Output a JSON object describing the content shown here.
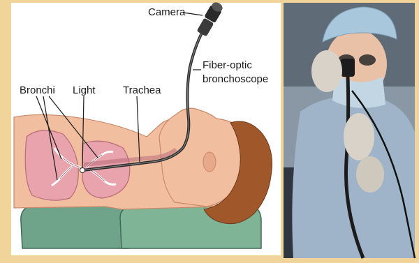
{
  "diagram": {
    "labels": {
      "camera": "Camera",
      "fiber_optic_line1": "Fiber-optic",
      "fiber_optic_line2": "bronchoscope",
      "bronchi": "Bronchi",
      "light": "Light",
      "trachea": "Trachea"
    }
  },
  "photo": {
    "description_icon": "doctor-with-bronchoscope-photo"
  },
  "colors": {
    "background": "#f0d49a",
    "skin": "#f2bea0",
    "lung": "#e8a3ad",
    "hair": "#a0582a",
    "pillow": "#6fa48a",
    "gown": "#9fb4c8",
    "scope": "#2a2a2a"
  }
}
